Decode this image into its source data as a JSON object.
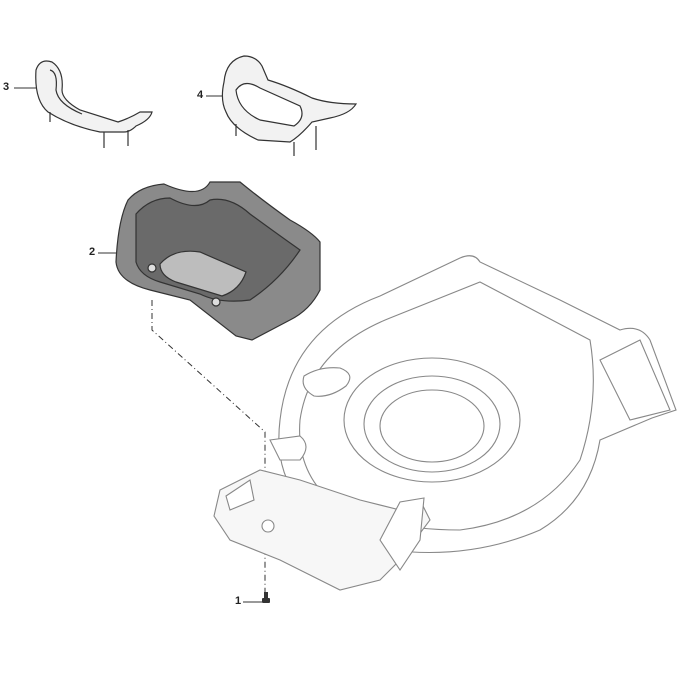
{
  "diagram": {
    "callouts": [
      {
        "number": "1",
        "part": "screw"
      },
      {
        "number": "2",
        "part": "grass-deflector-housing"
      },
      {
        "number": "3",
        "part": "handle-bracket-left"
      },
      {
        "number": "4",
        "part": "handle-bracket-right"
      }
    ],
    "colors": {
      "line": "#333333",
      "fill_light": "#f4f4f4",
      "fill_dark": "#8a8a8a",
      "deck_line": "#888888"
    }
  }
}
